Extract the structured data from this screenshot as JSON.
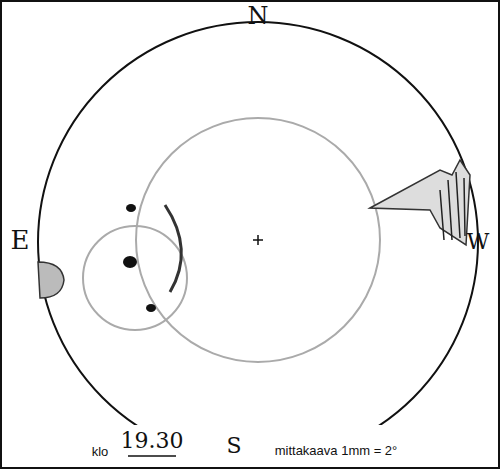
{
  "diagram": {
    "labels": [
      "N",
      "E",
      "W",
      "S",
      "klo",
      "19.30",
      "mittakaava 1mm = 2°"
    ]
  }
}
